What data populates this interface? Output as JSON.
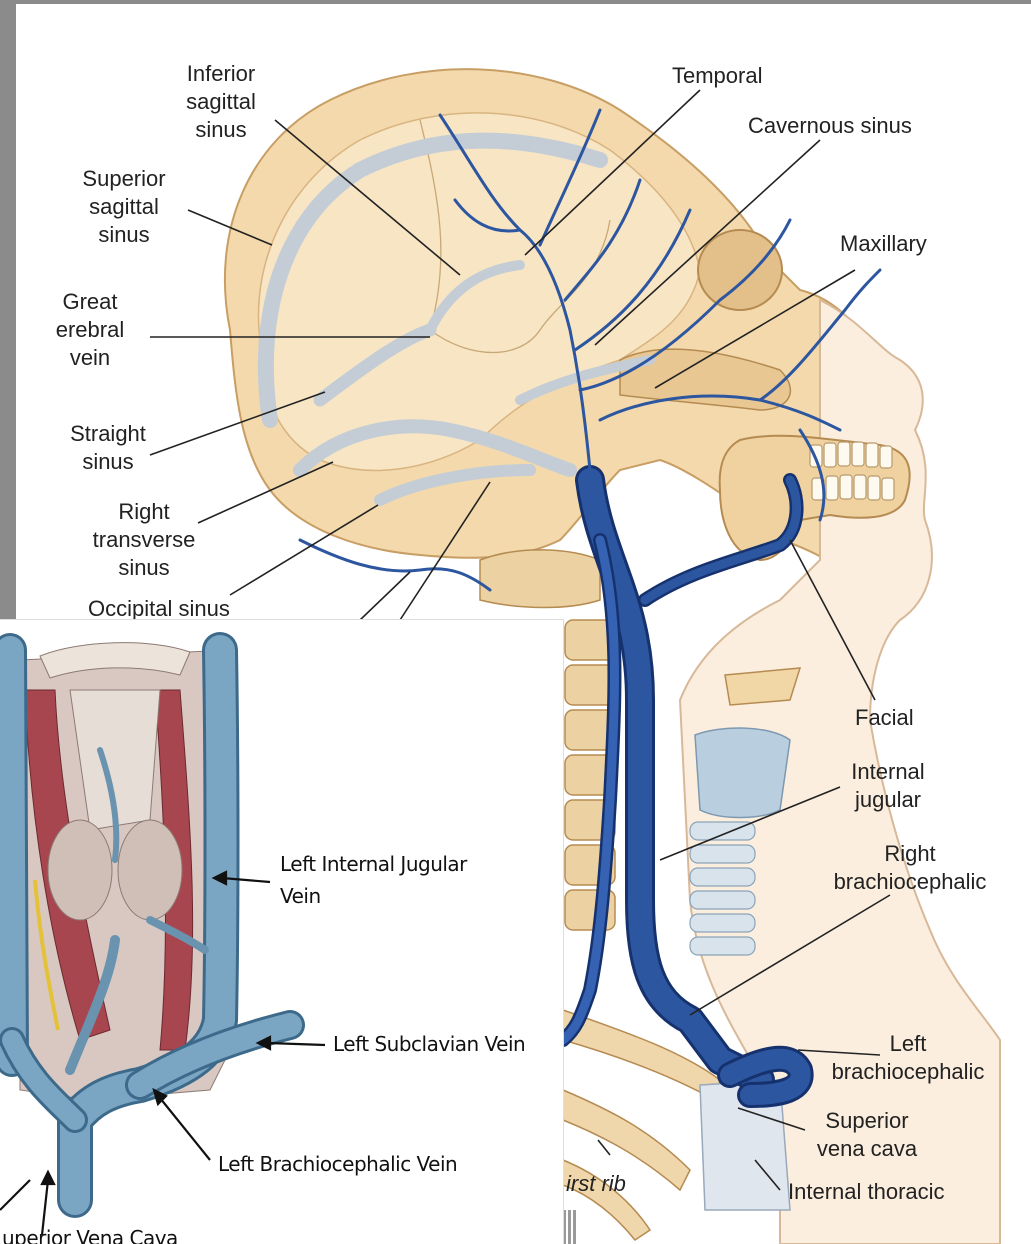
{
  "main_diagram": {
    "labels": {
      "inferior_sagittal": [
        "Inferior",
        "sagittal",
        "sinus"
      ],
      "superior_sagittal": [
        "Superior",
        "sagittal",
        "sinus"
      ],
      "great_cerebral": [
        "Great",
        "erebral",
        "vein"
      ],
      "straight_sinus": [
        "Straight",
        "sinus"
      ],
      "right_transverse": [
        "Right",
        "transverse",
        "sinus"
      ],
      "occipital_sinus": [
        "Occipital sinus"
      ],
      "temporal": [
        "Temporal"
      ],
      "cavernous": [
        "Cavernous sinus"
      ],
      "maxillary": [
        "Maxillary"
      ],
      "facial": [
        "Facial"
      ],
      "internal_jugular": [
        "Internal",
        "jugular"
      ],
      "right_brachiocephalic": [
        "Right",
        "brachiocephalic"
      ],
      "left_brachiocephalic": [
        "Left",
        "brachiocephalic"
      ],
      "superior_vena_cava": [
        "Superior",
        "vena cava"
      ],
      "internal_thoracic": [
        "Internal thoracic"
      ],
      "first_rib": [
        "irst rib"
      ]
    }
  },
  "inset_diagram": {
    "labels": {
      "left_ij": [
        "Left Internal Jugular",
        "Vein"
      ],
      "left_subclavian": [
        "Left Subclavian Vein"
      ],
      "left_brachio": [
        "Left Brachiocephalic Vein"
      ],
      "svc": [
        "uperior Vena Cava"
      ]
    }
  },
  "colors": {
    "vein_blue": "#2d56a0",
    "vein_dark": "#16326e",
    "bone": "#f3d9ac",
    "bone_shade": "#e2bd83",
    "sinus_gray": "#c4cdd6",
    "inset_vein": "#7aa6c4",
    "inset_muscle": "#a8464f"
  }
}
